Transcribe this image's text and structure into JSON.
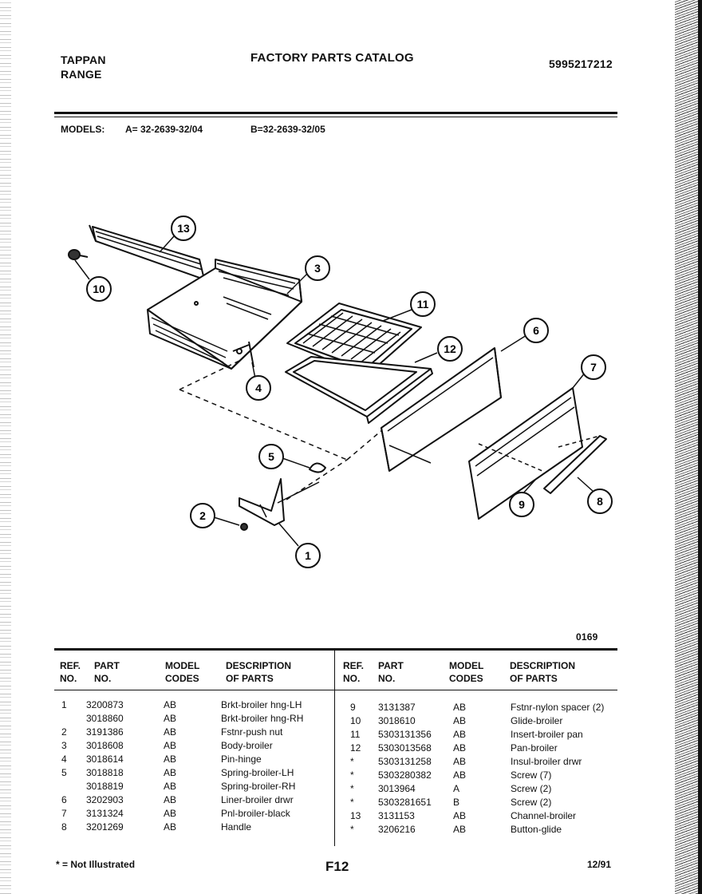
{
  "header": {
    "brand_line1": "TAPPAN",
    "brand_line2": "RANGE",
    "title": "FACTORY PARTS CATALOG",
    "catalog_number": "5995217212"
  },
  "models": {
    "label": "MODELS:",
    "a": "A= 32-2639-32/04",
    "b": "B=32-2639-32/05"
  },
  "diagram": {
    "callouts": [
      "13",
      "10",
      "3",
      "11",
      "6",
      "12",
      "4",
      "7",
      "5",
      "2",
      "9",
      "8",
      "1"
    ],
    "figure_code": "0169"
  },
  "table": {
    "headers": {
      "ref": "REF.",
      "ref2": "NO.",
      "part": "PART",
      "part2": "NO.",
      "model": "MODEL",
      "model2": "CODES",
      "desc": "DESCRIPTION",
      "desc2": "OF PARTS"
    },
    "left_rows": [
      {
        "ref": "1",
        "part": "3200873",
        "codes": "AB",
        "desc": "Brkt-broiler hng-LH"
      },
      {
        "ref": "",
        "part": "3018860",
        "codes": "AB",
        "desc": "Brkt-broiler hng-RH"
      },
      {
        "ref": "2",
        "part": "3191386",
        "codes": "AB",
        "desc": "Fstnr-push nut"
      },
      {
        "ref": "3",
        "part": "3018608",
        "codes": "AB",
        "desc": "Body-broiler"
      },
      {
        "ref": "4",
        "part": "3018614",
        "codes": "AB",
        "desc": "Pin-hinge"
      },
      {
        "ref": "5",
        "part": "3018818",
        "codes": "AB",
        "desc": "Spring-broiler-LH"
      },
      {
        "ref": "",
        "part": "3018819",
        "codes": "AB",
        "desc": "Spring-broiler-RH"
      },
      {
        "ref": "6",
        "part": "3202903",
        "codes": "AB",
        "desc": "Liner-broiler drwr"
      },
      {
        "ref": "7",
        "part": "3131324",
        "codes": "AB",
        "desc": "Pnl-broiler-black"
      },
      {
        "ref": "8",
        "part": "3201269",
        "codes": "AB",
        "desc": "Handle"
      }
    ],
    "right_rows": [
      {
        "ref": "9",
        "part": "3131387",
        "codes": "AB",
        "desc": "Fstnr-nylon spacer (2)"
      },
      {
        "ref": "10",
        "part": "3018610",
        "codes": "AB",
        "desc": "Glide-broiler"
      },
      {
        "ref": "11",
        "part": "5303131356",
        "codes": "AB",
        "desc": "Insert-broiler pan"
      },
      {
        "ref": "12",
        "part": "5303013568",
        "codes": "AB",
        "desc": "Pan-broiler"
      },
      {
        "ref": "*",
        "part": "5303131258",
        "codes": "AB",
        "desc": "Insul-broiler drwr"
      },
      {
        "ref": "*",
        "part": "5303280382",
        "codes": "AB",
        "desc": "Screw (7)"
      },
      {
        "ref": "*",
        "part": "3013964",
        "codes": "A",
        "desc": "Screw (2)"
      },
      {
        "ref": "*",
        "part": "5303281651",
        "codes": "B",
        "desc": "Screw (2)"
      },
      {
        "ref": "13",
        "part": "3131153",
        "codes": "AB",
        "desc": "Channel-broiler"
      },
      {
        "ref": "*",
        "part": "3206216",
        "codes": "AB",
        "desc": "Button-glide"
      }
    ]
  },
  "footer": {
    "note": "* = Not Illustrated",
    "page": "F12",
    "date": "12/91"
  }
}
